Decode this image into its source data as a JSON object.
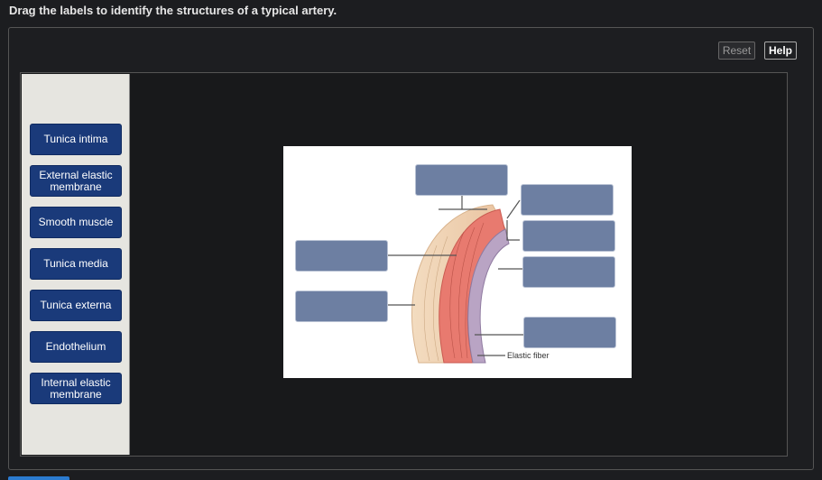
{
  "instructions": "Drag the labels to identify the structures of a typical artery.",
  "toolbar": {
    "reset_label": "Reset",
    "help_label": "Help"
  },
  "labels": [
    "Tunica intima",
    "External elastic membrane",
    "Smooth muscle",
    "Tunica media",
    "Tunica externa",
    "Endothelium",
    "Internal elastic membrane"
  ],
  "figure": {
    "elastic_fiber_label": "Elastic fiber"
  },
  "colors": {
    "chip": "#1a3a7a",
    "target": "#6d7fa2",
    "accent": "#2b7bd0"
  }
}
